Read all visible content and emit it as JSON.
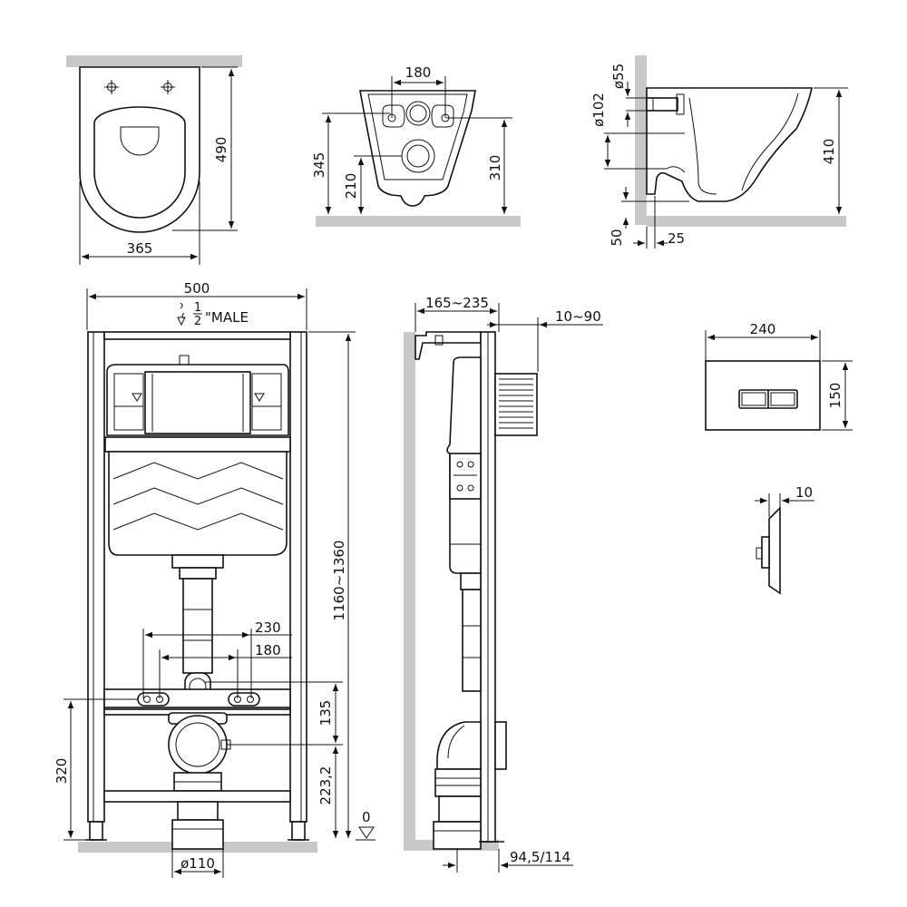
{
  "views": {
    "bowl_top": {
      "width": "365",
      "depth": "490"
    },
    "bowl_back": {
      "inlet_spacing": "180",
      "overall_height": "345",
      "lower_height": "210",
      "outlet_height": "310"
    },
    "bowl_side": {
      "dia_inlet": "ø55",
      "dia_outlet": "ø102",
      "height": "410",
      "bottom_gap": "50",
      "wall_gap": "25"
    },
    "frame_front": {
      "width": "500",
      "supply_fraction_num": "1",
      "supply_fraction_den": "2",
      "supply_label": "\"MALE",
      "height_range": "1160~1360",
      "stud_spacing_outer": "230",
      "stud_spacing_inner": "180",
      "outlet_offset": "135",
      "outlet_height": "223,2",
      "stud_height": "320",
      "drain_dia": "ø110",
      "floor_level": "0"
    },
    "frame_side": {
      "depth_range": "165~235",
      "plate_depth": "10~90",
      "drain_offset": "94,5/114"
    },
    "flush_plate": {
      "width": "240",
      "height": "150",
      "thickness": "10"
    }
  }
}
